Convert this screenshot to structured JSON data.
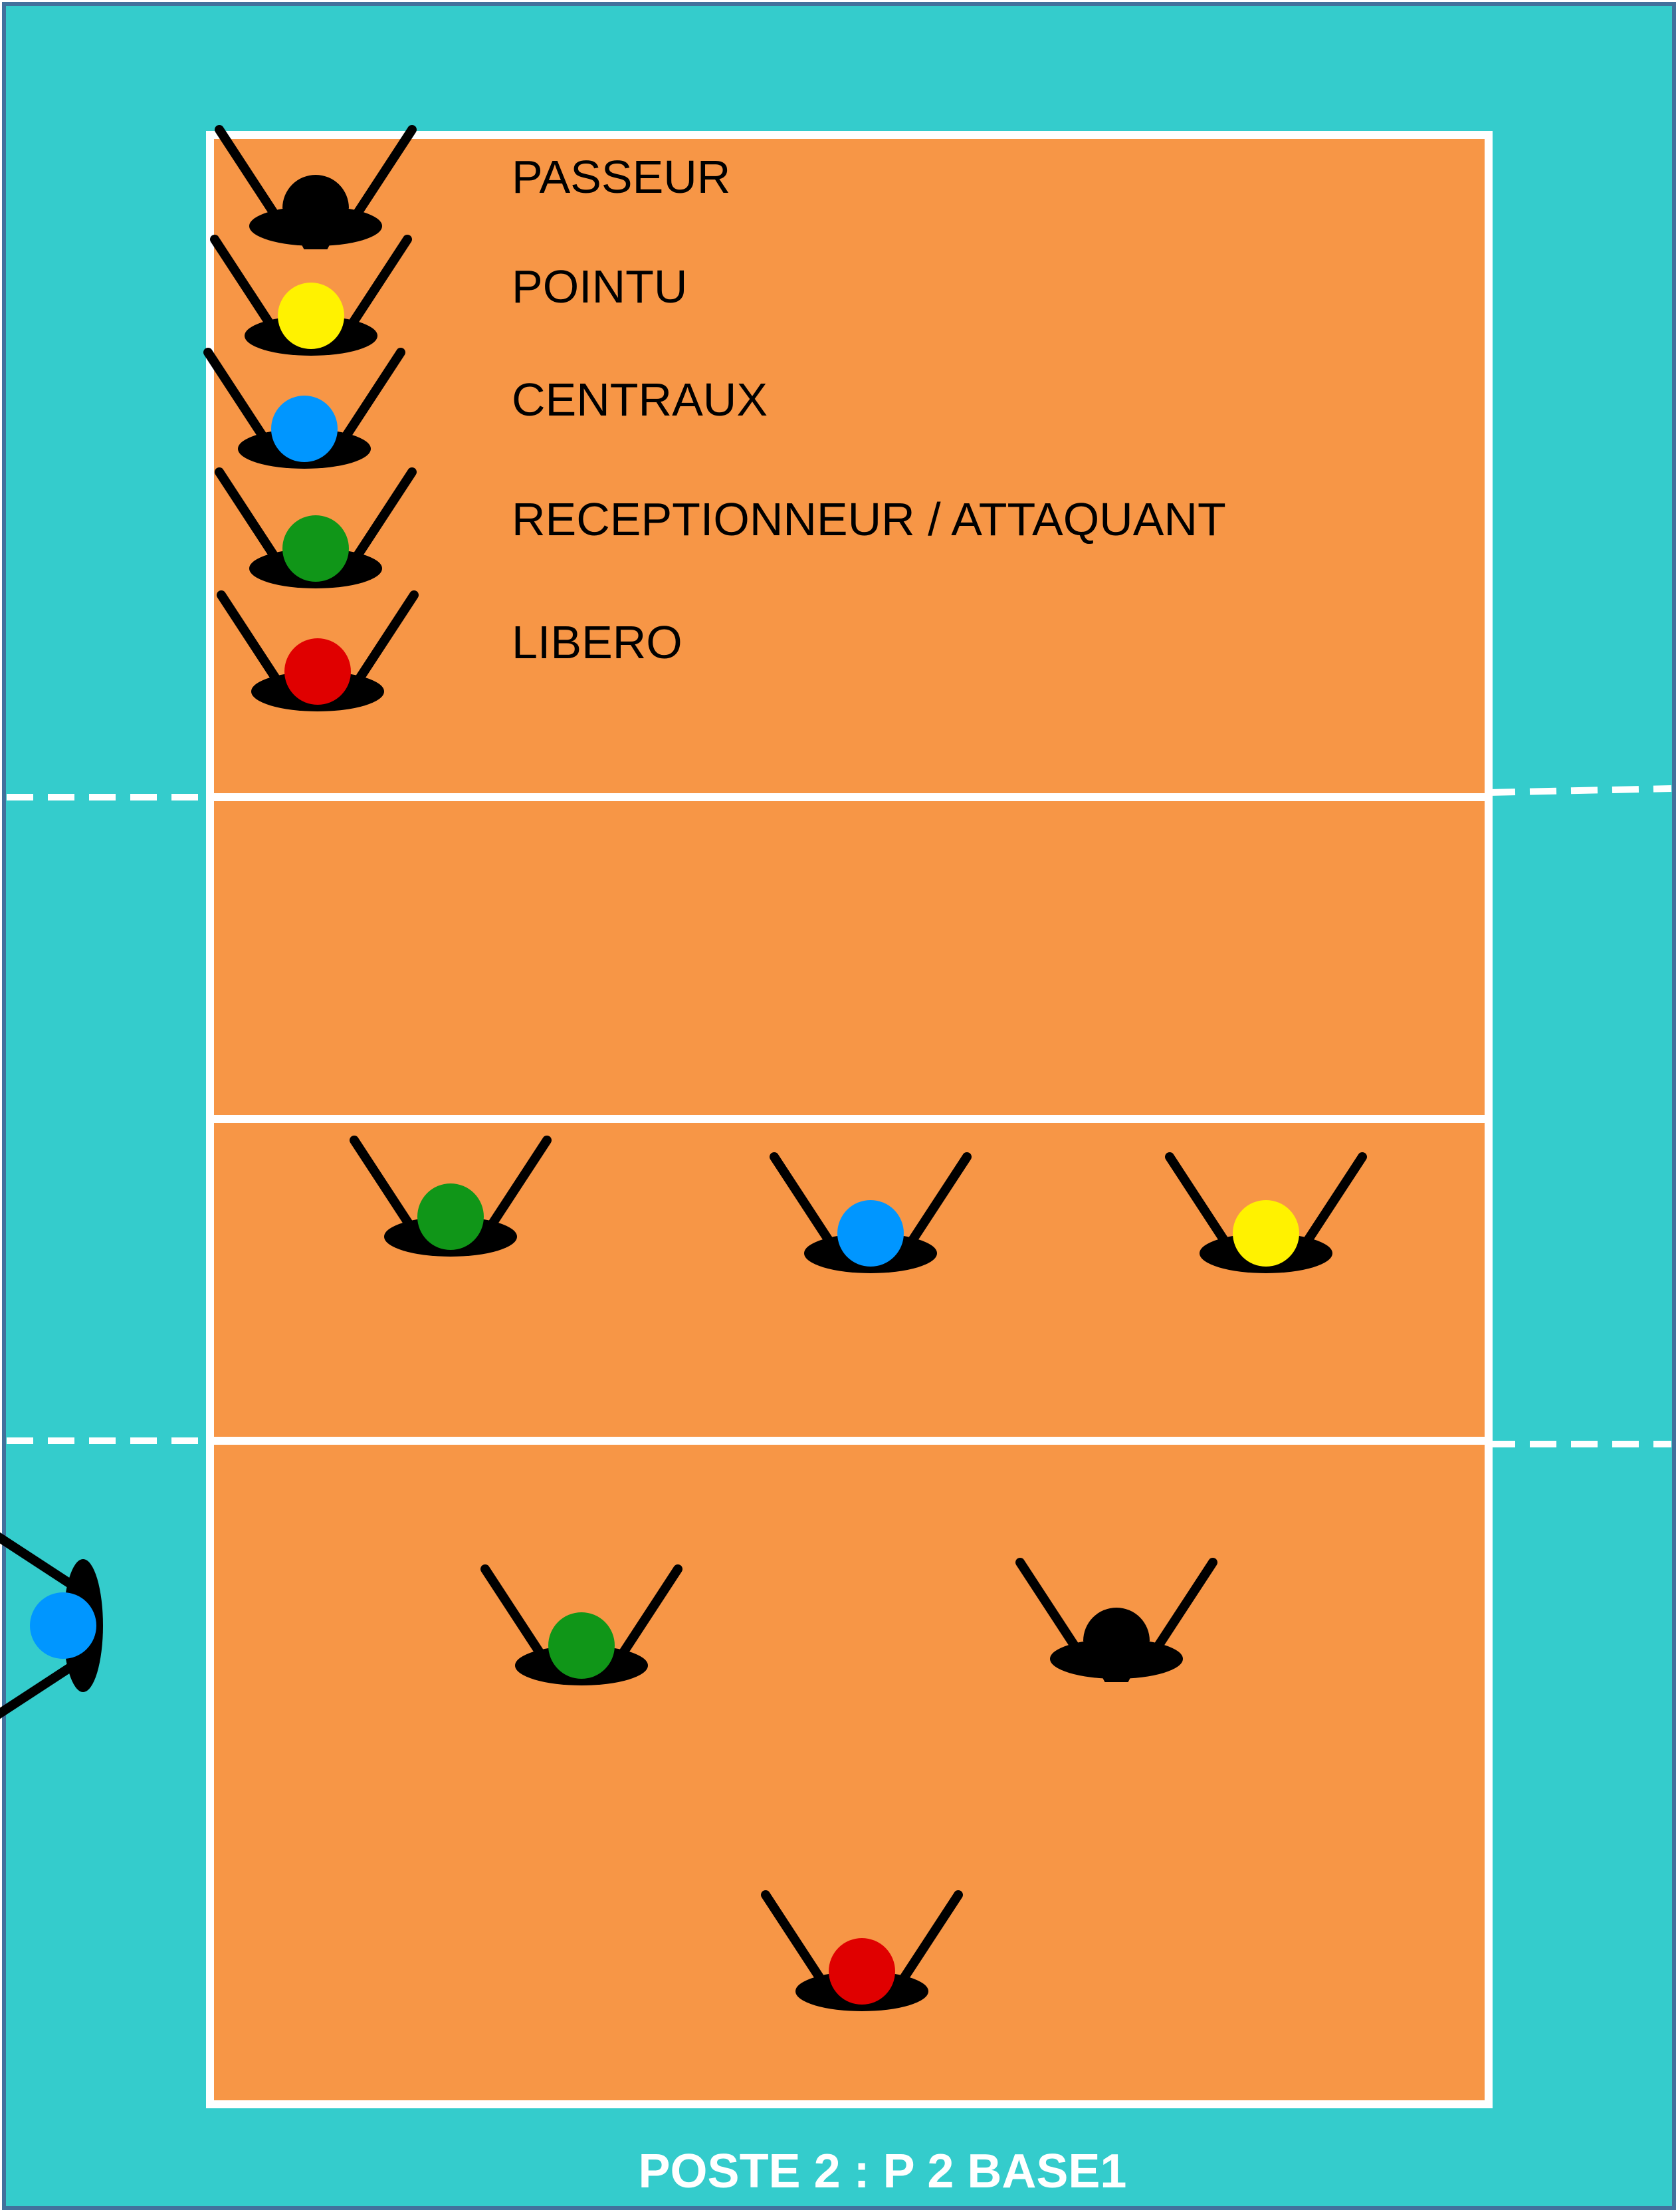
{
  "colors": {
    "surround": "#34CCCC",
    "frame": "#41719C",
    "court": "#F79646",
    "line": "#FFFFFF",
    "body": "#000000",
    "passeur": "#000000",
    "pointu": "#FFF200",
    "centraux": "#0096FF",
    "receptionneur": "#109618",
    "libero": "#E00000"
  },
  "legend": [
    {
      "role": "passeur",
      "label": "PASSEUR"
    },
    {
      "role": "pointu",
      "label": "POINTU"
    },
    {
      "role": "centraux",
      "label": "CENTRAUX"
    },
    {
      "role": "receptionneur",
      "label": "RECEPTIONNEUR / ATTAQUANT"
    },
    {
      "role": "libero",
      "label": "LIBERO"
    }
  ],
  "players": [
    {
      "role": "receptionneur"
    },
    {
      "role": "centraux"
    },
    {
      "role": "pointu"
    },
    {
      "role": "receptionneur"
    },
    {
      "role": "passeur"
    },
    {
      "role": "libero"
    },
    {
      "role": "centraux"
    }
  ],
  "caption": "POSTE 2 : P 2 BASE1"
}
